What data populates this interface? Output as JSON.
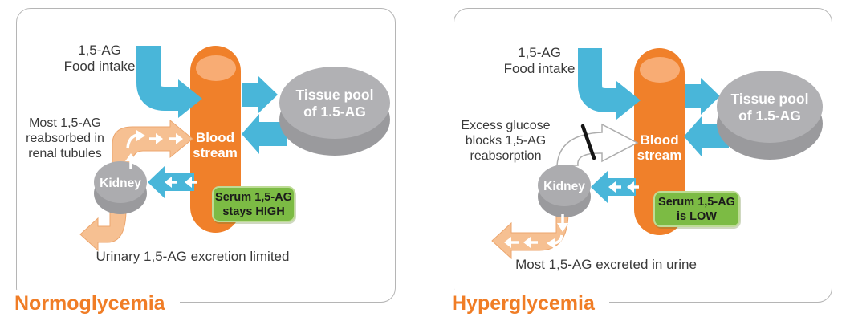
{
  "left_panel": {
    "title": "Normoglycemia",
    "food_intake": {
      "line1": "1,5-AG",
      "line2": "Food intake"
    },
    "side_note": {
      "line1": "Most 1,5-AG",
      "line2": "reabsorbed in",
      "line3": "renal tubules"
    },
    "blood_stream": {
      "line1": "Blood",
      "line2": "stream"
    },
    "tissue_pool": {
      "line1": "Tissue pool",
      "line2": "of 1.5-AG"
    },
    "kidney": "Kidney",
    "status_box": {
      "line1": "Serum 1,5-AG",
      "line2": "stays HIGH"
    },
    "bottom_note": "Urinary 1,5-AG excretion limited"
  },
  "right_panel": {
    "title": "Hyperglycemia",
    "food_intake": {
      "line1": "1,5-AG",
      "line2": "Food intake"
    },
    "side_note": {
      "line1": "Excess glucose",
      "line2": "blocks 1,5-AG",
      "line3": "reabsorption"
    },
    "blood_stream": {
      "line1": "Blood",
      "line2": "stream"
    },
    "tissue_pool": {
      "line1": "Tissue pool",
      "line2": "of 1.5-AG"
    },
    "kidney": "Kidney",
    "status_box": {
      "line1": "Serum 1,5-AG",
      "line2": "is LOW"
    },
    "bottom_note": "Most 1,5-AG excreted in urine"
  },
  "colors": {
    "arrow_blue": "#49b6d9",
    "vessel_orange": "#f0802a",
    "vessel_orange_light": "#f8ac74",
    "arrow_peach": "#f6c092",
    "arrow_peach_outline": "#eca66e",
    "node_gray": "#b1b1b4",
    "node_gray_rim": "#9a9a9d",
    "status_green": "#7cbb44",
    "title_orange": "#f07d26"
  }
}
